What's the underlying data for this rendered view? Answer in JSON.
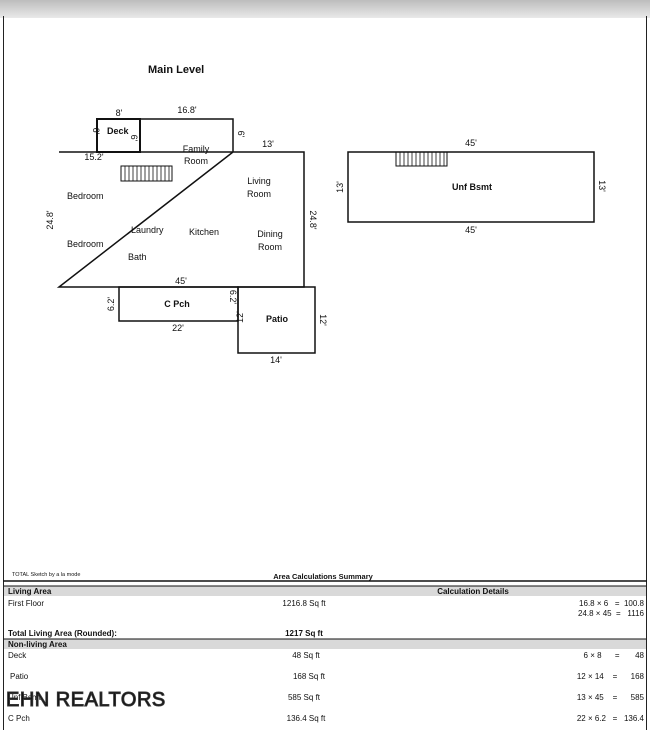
{
  "title": "Main Level",
  "rooms": {
    "deck": "Deck",
    "family": [
      "Family",
      "Room"
    ],
    "living": [
      "Living",
      "Room"
    ],
    "bedroom1": "Bedroom",
    "bedroom2": "Bedroom",
    "laundry": "Laundry",
    "kitchen": "Kitchen",
    "bath": "Bath",
    "dining": [
      "Dining",
      "Room"
    ],
    "cpch": "C Pch",
    "patio": "Patio",
    "bsmt": "Unf Bsmt"
  },
  "dims": {
    "deck_top": "8'",
    "main_top": "16.8'",
    "deck_left": "6'",
    "deck_right": "6'",
    "notch_right": "6'",
    "wing_top": "13'",
    "notch_bottom": "15.2'",
    "left_side": "24.8'",
    "right_side": "24.8'",
    "main_bottom": "45'",
    "cpch_left": "6.2'",
    "cpch_right": "6.2'",
    "cpch_bottom": "22'",
    "patio_left": "12'",
    "patio_right": "12'",
    "patio_bottom": "14'",
    "bsmt_top": "45'",
    "bsmt_left": "13'",
    "bsmt_right": "13'",
    "bsmt_bottom": "45'"
  },
  "footer": {
    "credit": "TOTAL Sketch by a la mode",
    "summary_title": "Area Calculations Summary"
  },
  "table": {
    "living_area": "Living Area",
    "calc_details": "Calculation Details",
    "first_floor": "First Floor",
    "first_floor_sqft": "1216.8 Sq ft",
    "ff_calc1": "16.8 × 6   =  100.8",
    "ff_calc2": "24.8 × 45  =   1116",
    "total_label": "Total Living Area (Rounded):",
    "total_value": "1217 Sq ft",
    "non_living": "Non-living Area",
    "rows": [
      {
        "name": "Deck",
        "sqft": "48 Sq ft",
        "calc": "6 × 8      =       48"
      },
      {
        "name": "Patio",
        "sqft": "168 Sq ft",
        "calc": "12 × 14    =      168"
      },
      {
        "name": "Unf Bsmt",
        "sqft": "585 Sq ft",
        "calc": "13 × 45    =      585"
      },
      {
        "name": "C Pch",
        "sqft": "136.4 Sq ft",
        "calc": "22 × 6.2   =   136.4"
      }
    ]
  },
  "watermark": "EHN REALTORS"
}
